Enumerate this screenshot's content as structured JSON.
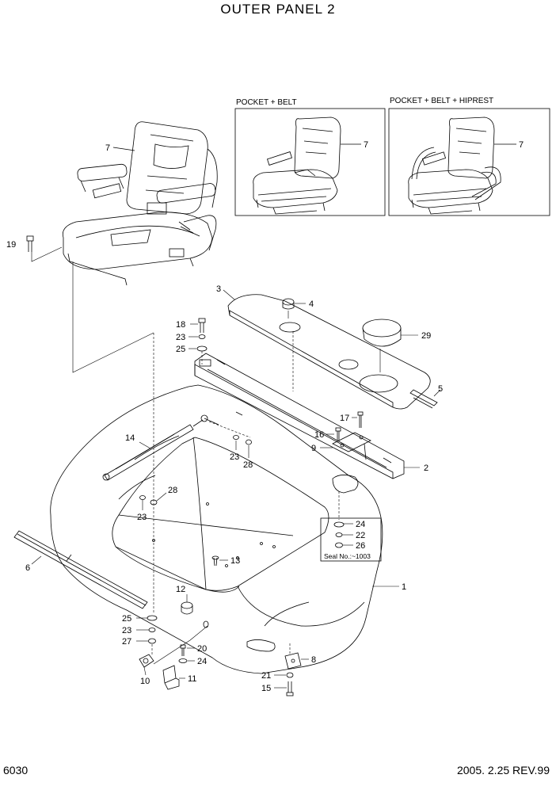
{
  "title": "OUTER PANEL 2",
  "page_number": "6030",
  "revision": "2005. 2.25 REV.99",
  "variants": {
    "left": "POCKET + BELT",
    "right": "POCKET + BELT + HIPREST"
  },
  "seal_note": "Seal No.:~1003",
  "callouts": {
    "p1": "1",
    "p2": "2",
    "p3": "3",
    "p4": "4",
    "p5": "5",
    "p6": "6",
    "p7a": "7",
    "p7b": "7",
    "p7c": "7",
    "p8": "8",
    "p9": "9",
    "p10": "10",
    "p11": "11",
    "p12": "12",
    "p13": "13",
    "p14": "14",
    "p15": "15",
    "p16": "16",
    "p17": "17",
    "p18": "18",
    "p19": "19",
    "p20": "20",
    "p21": "21",
    "p22": "22",
    "p23a": "23",
    "p23b": "23",
    "p23c": "23",
    "p23d": "23",
    "p24a": "24",
    "p24b": "24",
    "p25a": "25",
    "p25b": "25",
    "p26": "26",
    "p27": "27",
    "p28a": "28",
    "p28b": "28",
    "p29": "29"
  }
}
